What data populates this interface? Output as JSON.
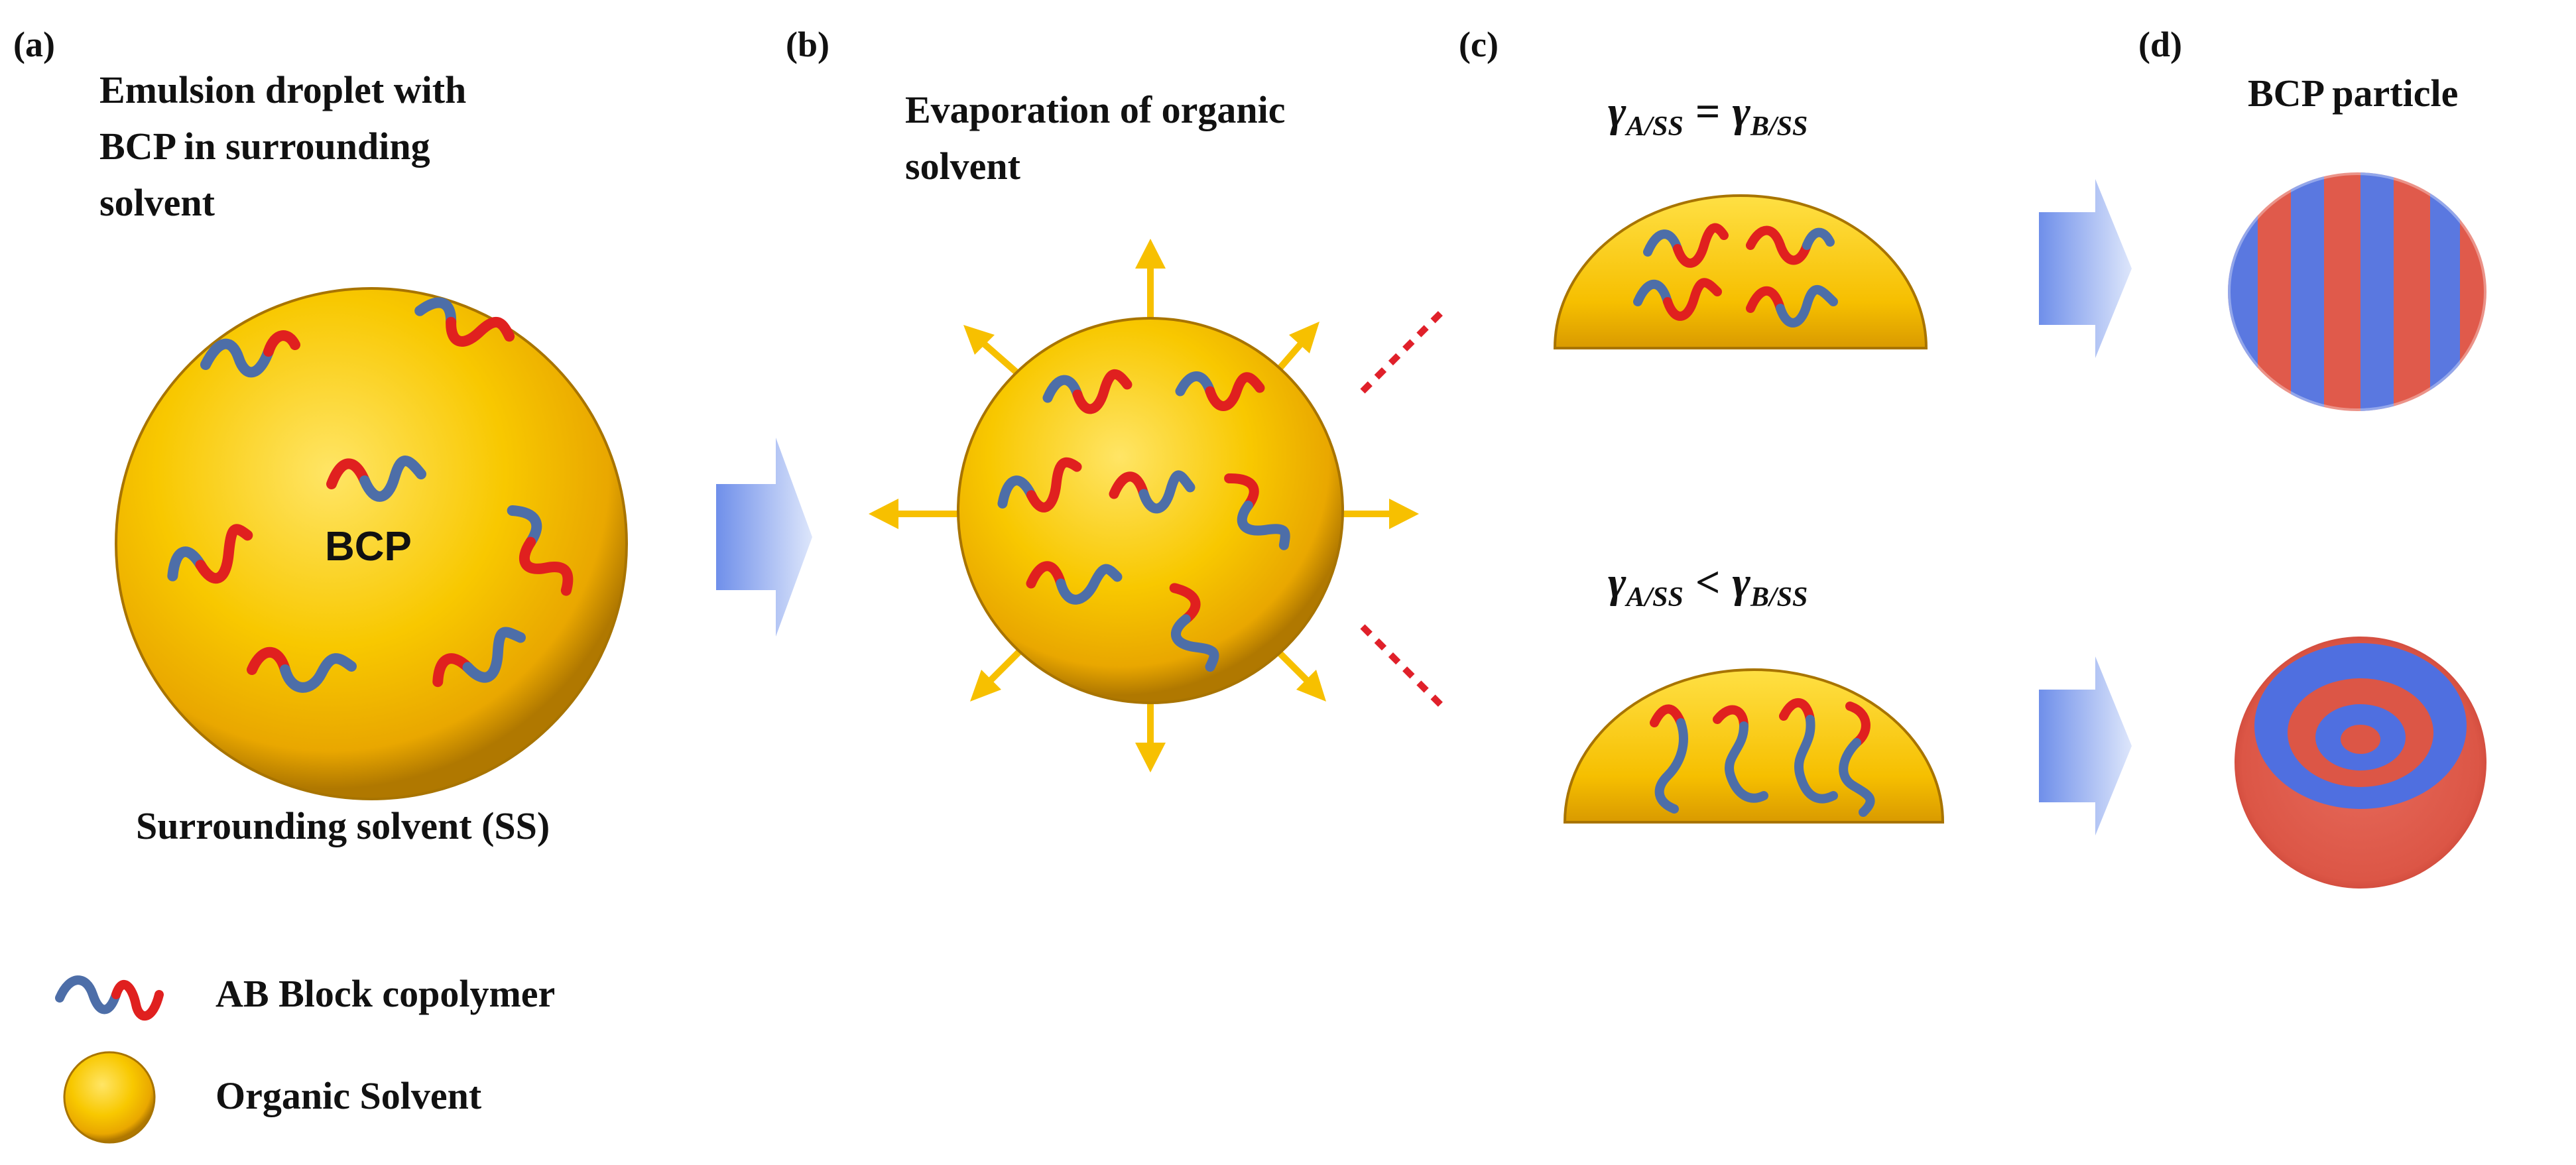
{
  "panels": {
    "a": {
      "label": "(a)",
      "title_lines": [
        "Emulsion droplet with",
        "BCP in surrounding",
        "solvent"
      ],
      "center_label": "BCP",
      "caption": "Surrounding solvent (SS)"
    },
    "b": {
      "label": "(b)",
      "title_lines": [
        "Evaporation of organic",
        "solvent"
      ]
    },
    "c": {
      "label": "(c)",
      "eq_top": {
        "lhs": "γ",
        "lhs_sub": "A/SS",
        "op": "=",
        "rhs": "γ",
        "rhs_sub": "B/SS"
      },
      "eq_bottom": {
        "lhs": "γ",
        "lhs_sub": "A/SS",
        "op": "<",
        "rhs": "γ",
        "rhs_sub": "B/SS"
      }
    },
    "d": {
      "label": "(d)",
      "title": "BCP particle"
    }
  },
  "legend": {
    "copolymer_label": "AB Block copolymer",
    "solvent_label": "Organic Solvent"
  },
  "colors": {
    "solvent_yellow": "#f5c100",
    "block_a_blue": "#4d6ea8",
    "block_b_red": "#e0201f",
    "arrow_yellow": "#f7c000",
    "process_arrow_blue": "#8ea8ee",
    "particle_red": "#e05a4b",
    "particle_blue": "#5a78e0",
    "dash_red": "#e0202a"
  }
}
